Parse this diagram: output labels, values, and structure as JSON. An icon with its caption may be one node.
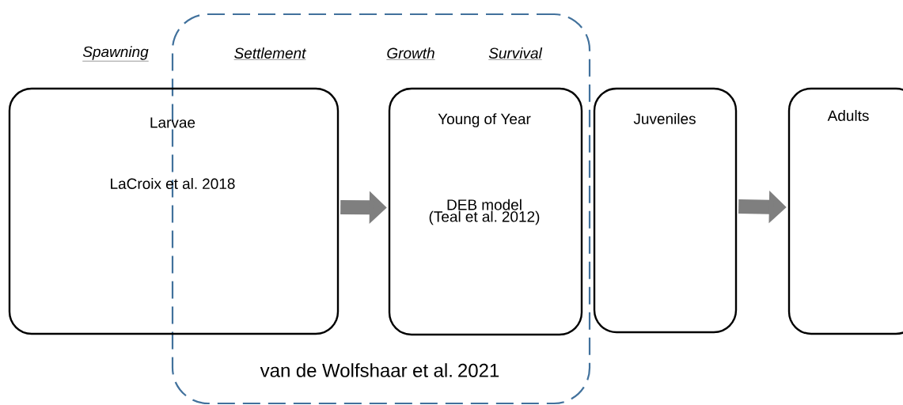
{
  "diagram": {
    "nodes": [
      {
        "text": [
          "van de Wolfshaar et al. 2021"
        ]
      },
      {
        "text": [
          "Larvae",
          "LaCroix et al. 2018"
        ]
      },
      {
        "text": [
          "Young of Year",
          "DEB model (Teal et al. 2012)"
        ],
        "in": 0
      },
      {
        "text": [
          "Juveniles"
        ]
      },
      {
        "text": [
          "Adults"
        ]
      }
    ],
    "edges": [
      {
        "from": 1,
        "to": 2,
        "arrow": "to"
      },
      {
        "from": 3,
        "to": 4,
        "arrow": "to"
      }
    ],
    "labels": [
      "Spawning",
      "Settlement",
      "Growth",
      "Survival"
    ]
  }
}
